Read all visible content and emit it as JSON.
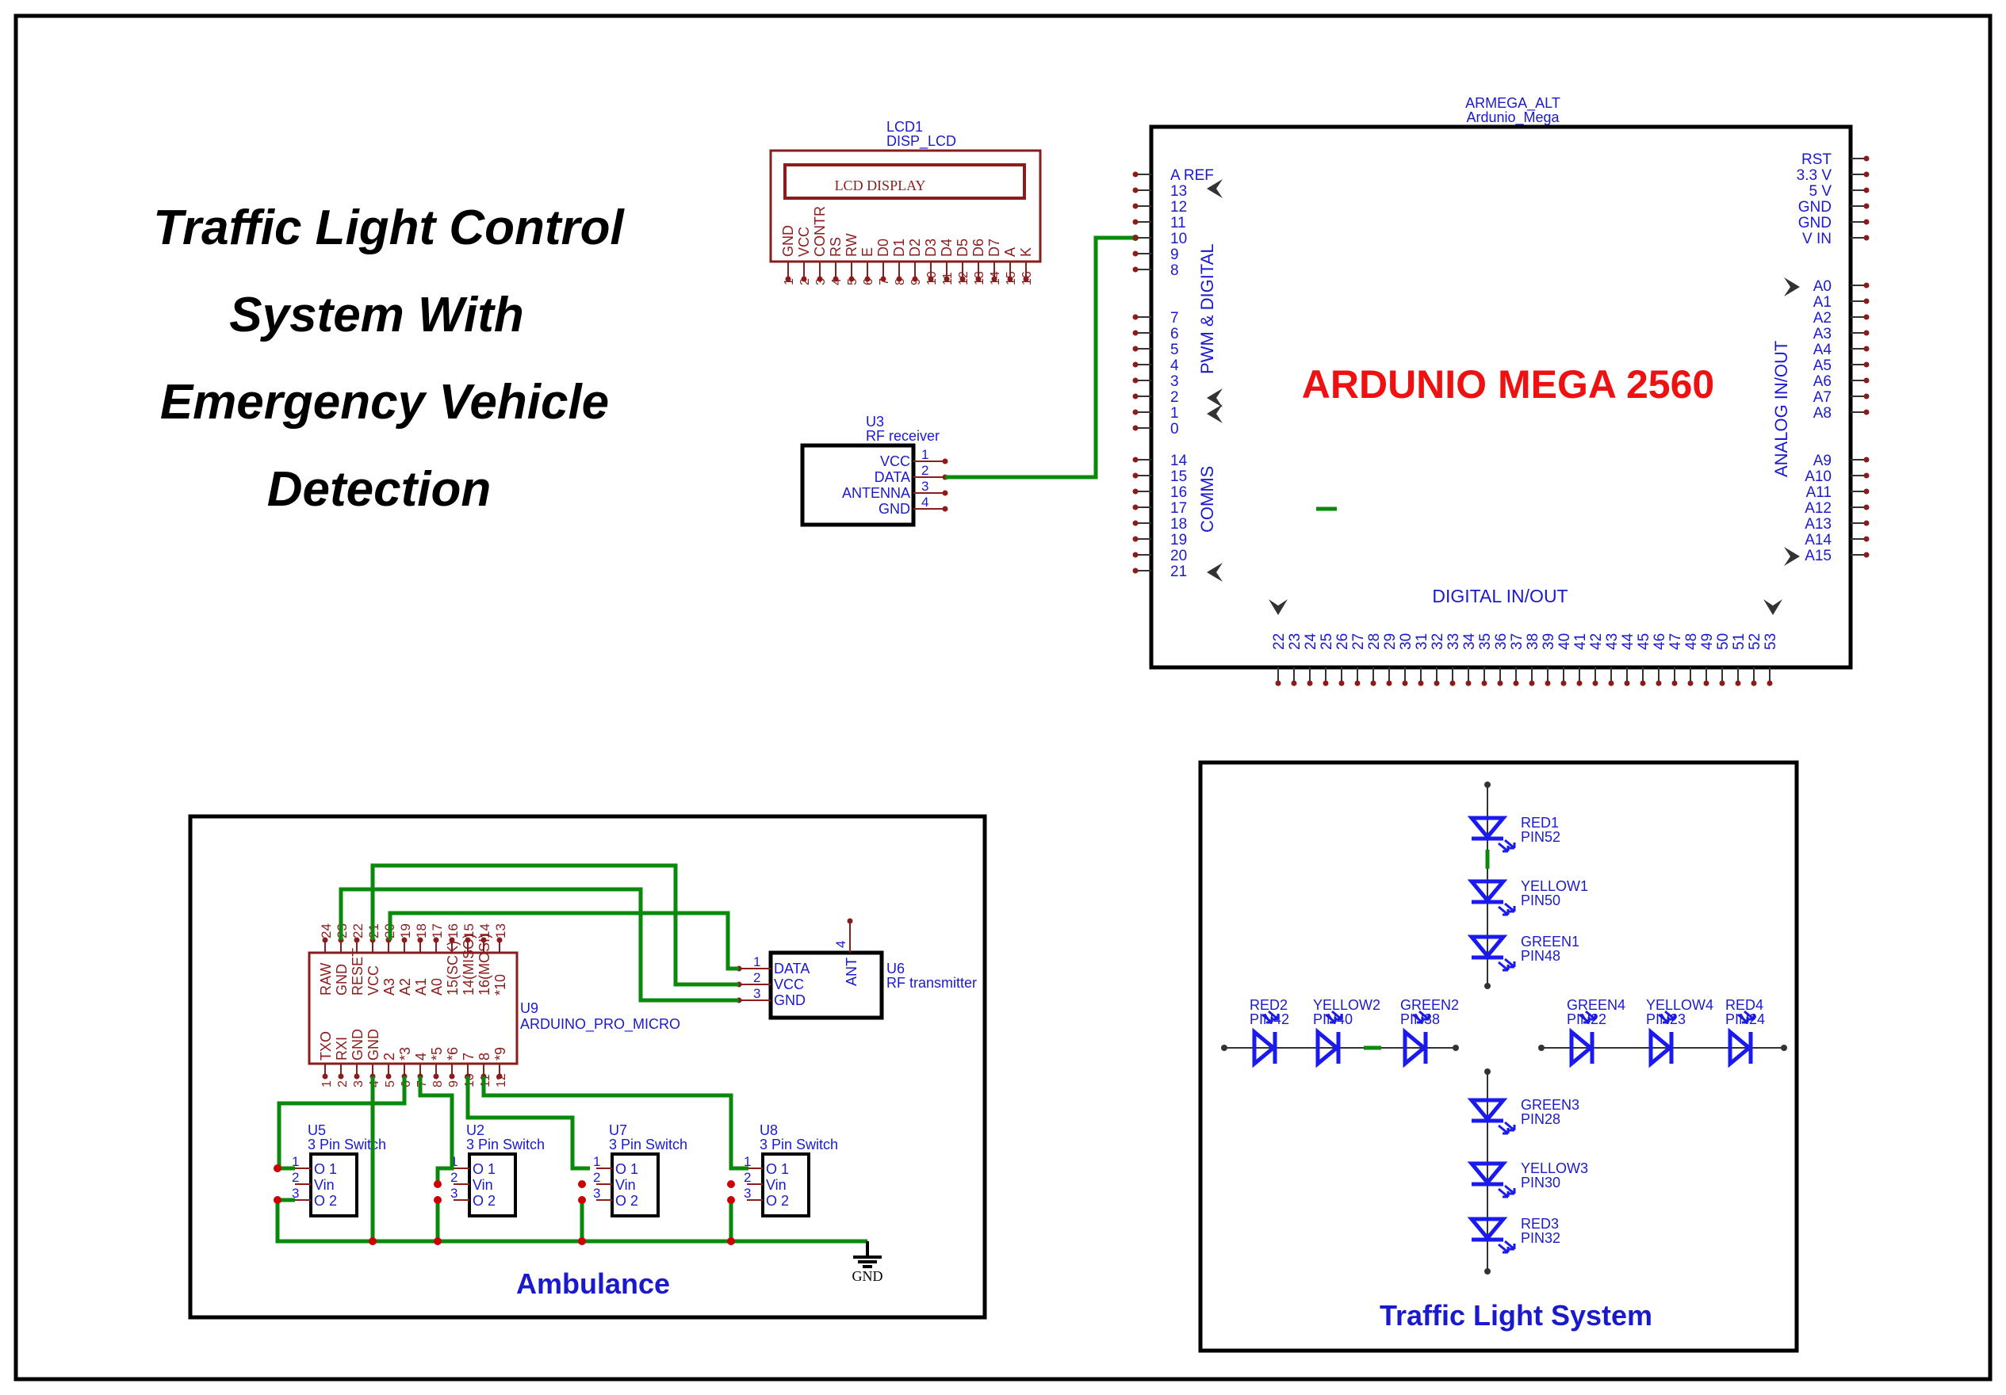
{
  "title_lines": [
    "Traffic Light Control",
    "System With",
    "Emergency Vehicle",
    "Detection"
  ],
  "lcd": {
    "ref": "LCD1",
    "part": "DISP_LCD",
    "screen_text": "LCD DISPLAY",
    "pins": [
      "GND",
      "VCC",
      "CONTR",
      "RS",
      "RW",
      "E",
      "D0",
      "D1",
      "D2",
      "D3",
      "D4",
      "D5",
      "D6",
      "D7",
      "A",
      "K"
    ],
    "pin_numbers": [
      "1",
      "2",
      "3",
      "4",
      "5",
      "6",
      "7",
      "8",
      "9",
      "10",
      "11",
      "12",
      "13",
      "14",
      "15",
      "16"
    ]
  },
  "rf_receiver": {
    "ref": "U3",
    "name": "RF receiver",
    "pins": [
      "VCC",
      "DATA",
      "ANTENNA",
      "GND"
    ],
    "numbers": [
      "1",
      "2",
      "3",
      "4"
    ]
  },
  "mega": {
    "header_ref": "ARMEGA_ALT",
    "header_name": "Ardunio_Mega",
    "label": "ARDUNIO MEGA 2560",
    "left_top_pins": [
      "A REF",
      "13",
      "12",
      "11",
      "10",
      "9",
      "8"
    ],
    "left_mid_pins": [
      "7",
      "6",
      "5",
      "4",
      "3",
      "2",
      "1",
      "0"
    ],
    "left_comm_pins": [
      "14",
      "15",
      "16",
      "17",
      "18",
      "19",
      "20",
      "21"
    ],
    "right_top_pins": [
      "RST",
      "3.3 V",
      "5 V",
      "GND",
      "GND",
      "V IN"
    ],
    "right_analog_pins": [
      "A0",
      "A1",
      "A2",
      "A3",
      "A4",
      "A5",
      "A6",
      "A7",
      "A8"
    ],
    "right_analog2_pins": [
      "A9",
      "A10",
      "A11",
      "A12",
      "A13",
      "A14",
      "A15"
    ],
    "bottom_pins": [
      "22",
      "23",
      "24",
      "25",
      "26",
      "27",
      "28",
      "29",
      "30",
      "31",
      "32",
      "33",
      "34",
      "35",
      "36",
      "37",
      "38",
      "39",
      "40",
      "41",
      "42",
      "43",
      "44",
      "45",
      "46",
      "47",
      "48",
      "49",
      "50",
      "51",
      "52",
      "53"
    ],
    "label_pwm": "PWM & DIGITAL",
    "label_comms": "COMMS",
    "label_analog": "ANALOG IN/OUT",
    "label_digital": "DIGITAL IN/OUT"
  },
  "ambulance": {
    "caption": "Ambulance",
    "pro_micro": {
      "ref": "U9",
      "name": "ARDUINO_PRO_MICRO",
      "top_pins": [
        "RAW",
        "GND",
        "RESET",
        "VCC",
        "A3",
        "A2",
        "A1",
        "A0",
        "15(SCK)",
        "14(MISO)",
        "16(MOSI)",
        "*10"
      ],
      "top_numbers": [
        "24",
        "23",
        "22",
        "21",
        "20",
        "19",
        "18",
        "17",
        "16",
        "15",
        "14",
        "13"
      ],
      "bottom_pins": [
        "TXO",
        "RXI",
        "GND",
        "GND",
        "2",
        "*3",
        "4",
        "*5",
        "*6",
        "7",
        "8",
        "*9"
      ],
      "bottom_numbers": [
        "1",
        "2",
        "3",
        "4",
        "5",
        "6",
        "7",
        "8",
        "9",
        "10",
        "11",
        "12"
      ]
    },
    "transmitter": {
      "ref": "U6",
      "name": "RF transmitter",
      "pins": [
        "DATA",
        "VCC",
        "GND"
      ],
      "numbers": [
        "1",
        "2",
        "3"
      ],
      "ant_label": "ANT",
      "ant_number": "4"
    },
    "switches": [
      {
        "ref": "U5",
        "name": "3 Pin Switch"
      },
      {
        "ref": "U2",
        "name": "3 Pin Switch"
      },
      {
        "ref": "U7",
        "name": "3 Pin Switch"
      },
      {
        "ref": "U8",
        "name": "3 Pin Switch"
      }
    ],
    "switch_pins": [
      "O 1",
      "Vin",
      "O 2"
    ],
    "switch_numbers": [
      "1",
      "2",
      "3"
    ],
    "gnd_label": "GND"
  },
  "traffic": {
    "caption": "Traffic Light System",
    "north": [
      {
        "name": "RED1",
        "pin": "PIN52"
      },
      {
        "name": "YELLOW1",
        "pin": "PIN50"
      },
      {
        "name": "GREEN1",
        "pin": "PIN48"
      }
    ],
    "west": [
      {
        "name": "RED2",
        "pin": "PIN42"
      },
      {
        "name": "YELLOW2",
        "pin": "PIN40"
      },
      {
        "name": "GREEN2",
        "pin": "PIN38"
      }
    ],
    "east": [
      {
        "name": "GREEN4",
        "pin": "PIN22"
      },
      {
        "name": "YELLOW4",
        "pin": "PIN23"
      },
      {
        "name": "RED4",
        "pin": "PIN24"
      }
    ],
    "south": [
      {
        "name": "GREEN3",
        "pin": "PIN28"
      },
      {
        "name": "YELLOW3",
        "pin": "PIN30"
      },
      {
        "name": "RED3",
        "pin": "PIN32"
      }
    ]
  },
  "colors": {
    "wire": "#0a8a0a",
    "text": "#1a1acc",
    "part": "#8a1c1c",
    "mega_label": "#ee1111",
    "led": "#1a1aee"
  }
}
